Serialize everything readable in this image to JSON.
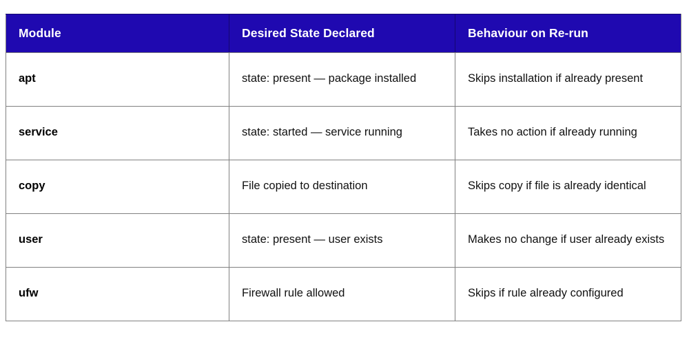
{
  "table": {
    "columns": [
      {
        "key": "module",
        "label": "Module"
      },
      {
        "key": "desired",
        "label": "Desired State Declared"
      },
      {
        "key": "behaviour",
        "label": "Behaviour on Re-run"
      }
    ],
    "header_background": "#1f09b0",
    "header_text_color": "#ffffff",
    "border_color": "#808080",
    "rows": [
      {
        "module": "apt",
        "desired": "state: present — package installed",
        "behaviour": "Skips installation if already present"
      },
      {
        "module": "service",
        "desired": "state: started — service running",
        "behaviour": "Takes no action if already running"
      },
      {
        "module": "copy",
        "desired": "File copied to destination",
        "behaviour": "Skips copy if file is already identical"
      },
      {
        "module": "user",
        "desired": "state: present — user exists",
        "behaviour": "Makes no change if user already exists"
      },
      {
        "module": "ufw",
        "desired": "Firewall rule allowed",
        "behaviour": "Skips if rule already configured"
      }
    ]
  }
}
